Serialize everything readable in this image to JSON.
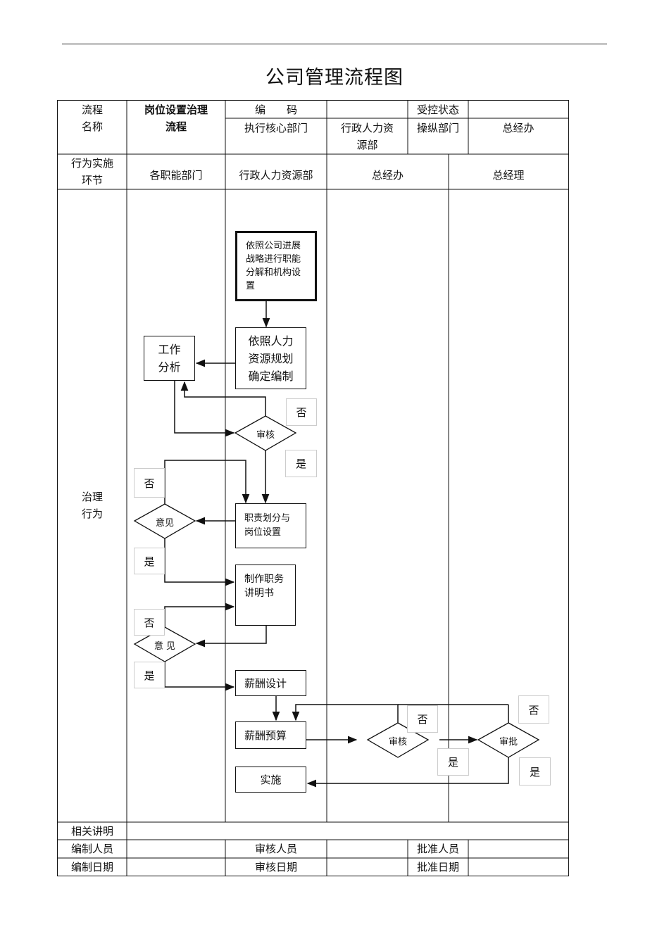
{
  "title": "公司管理流程图",
  "header": {
    "flow_name_label": "流程\n名称",
    "flow_name_value": "岗位设置治理\n流程",
    "code_label": "编　　码",
    "code_value": "",
    "control_label": "受控状态",
    "control_value": "",
    "exec_label": "执行核心部门",
    "exec_value": "行政人力资\n源部",
    "oper_label": "操纵部门",
    "oper_value": "总经办"
  },
  "lanes": {
    "stage_label": "行为实施\n环节",
    "lane1": "各职能部门",
    "lane2": "行政人力资源部",
    "lane3": "总经办",
    "lane4": "总经理",
    "row_label": "治理\n行为"
  },
  "nodes": {
    "n1": "依照公司进展\n战略进行职能\n分解和机构设\n置",
    "n2": "依照人力\n资源规划\n确定编制",
    "n3": "工作\n分析",
    "d_review1": "审核",
    "n4": "职责划分与\n岗位设置",
    "d_opinion1": "意见",
    "n5": "制作职务\n讲明书",
    "d_opinion2": "意 见",
    "n6": "薪酬设计",
    "n7": "薪酬预算",
    "d_review2": "审核",
    "d_approve": "审批",
    "n8": "实施"
  },
  "notes": {
    "no1": "否",
    "yes1": "是",
    "no2": "否",
    "yes2": "是",
    "no3": "否",
    "yes3": "是",
    "no4": "否",
    "yes4": "是",
    "no5": "否",
    "yes5": "是"
  },
  "footer": {
    "related_label": "相关讲明",
    "related_value": "",
    "editor_label": "编制人员",
    "editor_value": "",
    "reviewer_label": "审核人员",
    "reviewer_value": "",
    "approver_label": "批准人员",
    "approver_value": "",
    "edit_date_label": "编制日期",
    "edit_date_value": "",
    "review_date_label": "审核日期",
    "review_date_value": "",
    "approve_date_label": "批准日期",
    "approve_date_value": ""
  }
}
